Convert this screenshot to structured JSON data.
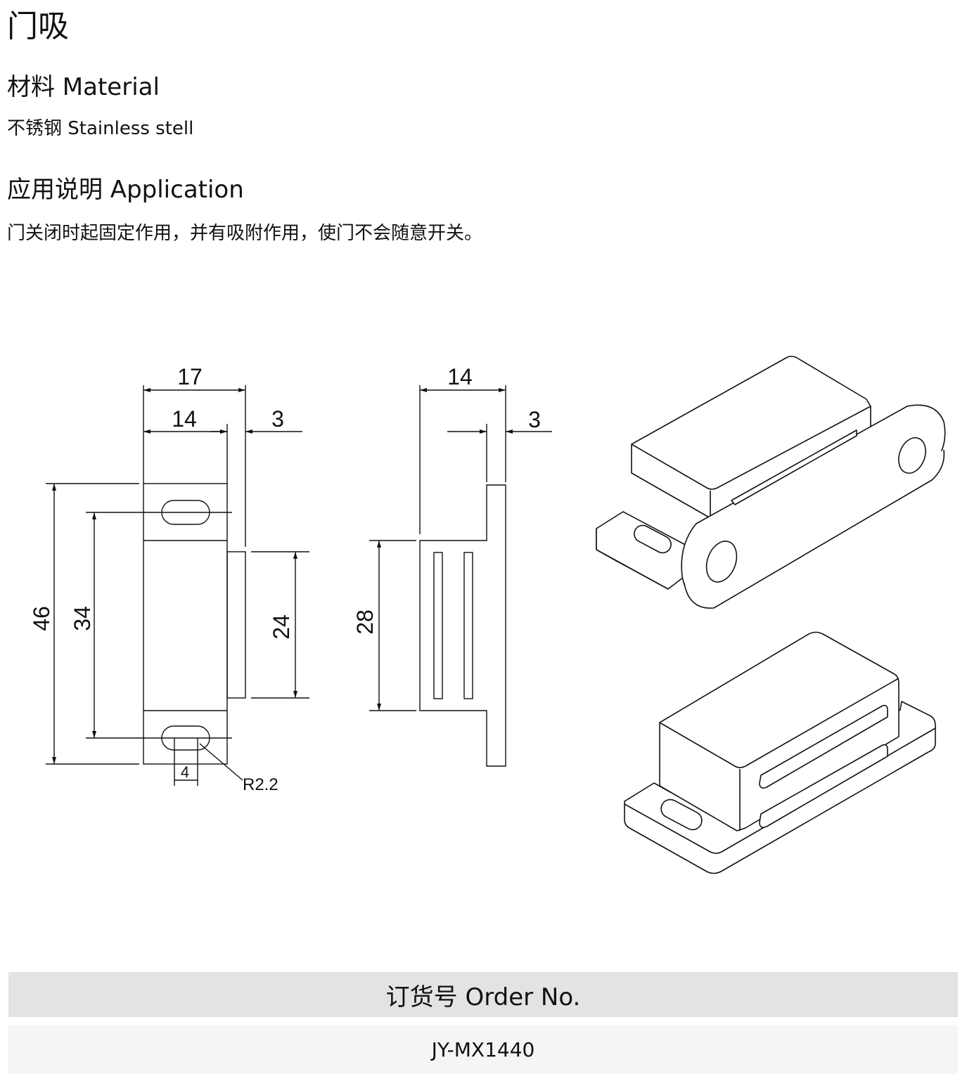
{
  "page": {
    "title": "门吸",
    "material": {
      "heading": "材料 Material",
      "value": "不锈钢 Stainless stell"
    },
    "application": {
      "heading": "应用说明 Application",
      "text": "门关闭时起固定作用，并有吸附作用，使门不会随意开关。"
    }
  },
  "drawing": {
    "front_view": {
      "dim_overall_width": "17",
      "dim_body_width": "14",
      "dim_plate_thickness": "3",
      "dim_overall_height": "46",
      "dim_hole_spacing": "34",
      "dim_magnet_height": "24",
      "dim_slot_width": "4",
      "dim_radius": "R2.2"
    },
    "side_view": {
      "dim_width": "14",
      "dim_thickness": "3",
      "dim_height": "28"
    }
  },
  "order": {
    "header": "订货号 Order No.",
    "number": "JY-MX1440"
  }
}
